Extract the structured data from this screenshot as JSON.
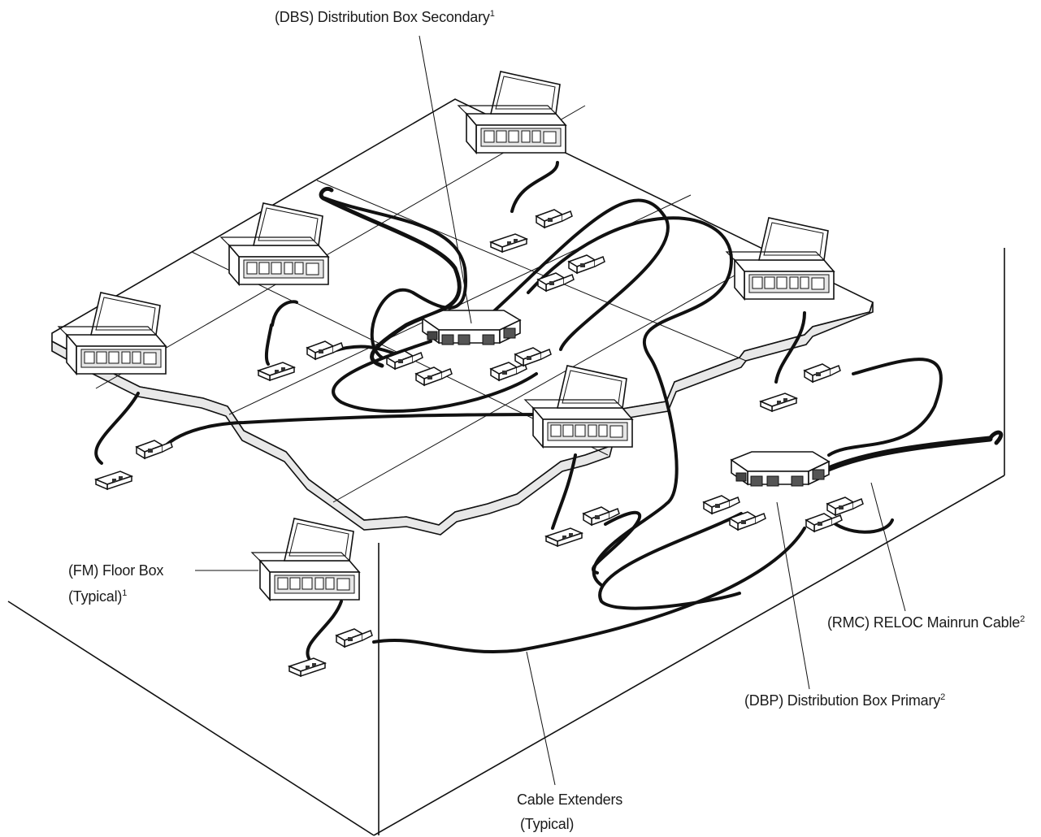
{
  "callouts": {
    "dbs": {
      "text": "(DBS) Distribution Box Secondary",
      "sup": "1"
    },
    "fm_line1": "(FM) Floor Box",
    "fm_line2": {
      "text": "(Typical)",
      "sup": "1"
    },
    "rmc": {
      "text": "(RMC) RELOC Mainrun Cable",
      "sup": "2"
    },
    "dbp": {
      "text": "(DBP) Distribution Box Primary",
      "sup": "2"
    },
    "cable_line1": "Cable Extenders",
    "cable_line2": "(Typical)"
  },
  "colors": {
    "line": "#111111",
    "fill": "#ffffff",
    "shade": "#d9d9d9"
  },
  "icons": [
    "floor-box-icon",
    "distribution-box-icon",
    "connector-plug-icon",
    "cable-end-icon"
  ]
}
